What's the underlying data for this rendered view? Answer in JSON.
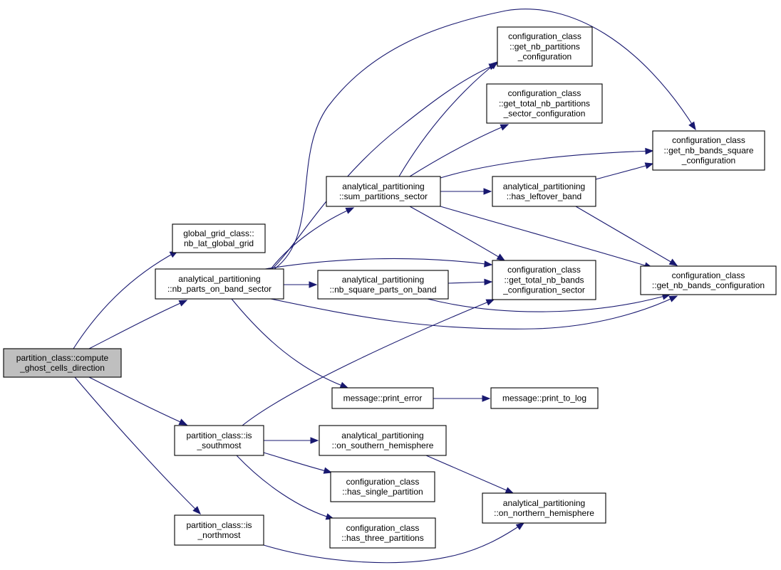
{
  "nodes": [
    {
      "id": "root",
      "lines": [
        "partition_class::compute",
        "_ghost_cells_direction"
      ],
      "root": true
    },
    {
      "id": "ggc_nb_lat",
      "lines": [
        "global_grid_class::",
        "nb_lat_global_grid"
      ]
    },
    {
      "id": "ap_nb_parts",
      "lines": [
        "analytical_partitioning",
        "::nb_parts_on_band_sector"
      ]
    },
    {
      "id": "ap_sum",
      "lines": [
        "analytical_partitioning",
        "::sum_partitions_sector"
      ]
    },
    {
      "id": "cc_get_nb_partitions",
      "lines": [
        "configuration_class",
        "::get_nb_partitions",
        "_configuration"
      ]
    },
    {
      "id": "cc_get_total_nb_partitions",
      "lines": [
        "configuration_class",
        "::get_total_nb_partitions",
        "_sector_configuration"
      ]
    },
    {
      "id": "cc_get_nb_bands_square",
      "lines": [
        "configuration_class",
        "::get_nb_bands_square",
        "_configuration"
      ]
    },
    {
      "id": "ap_has_leftover",
      "lines": [
        "analytical_partitioning",
        "::has_leftover_band"
      ]
    },
    {
      "id": "ap_nb_square",
      "lines": [
        "analytical_partitioning",
        "::nb_square_parts_on_band"
      ]
    },
    {
      "id": "cc_get_total_nb_bands",
      "lines": [
        "configuration_class",
        "::get_total_nb_bands",
        "_configuration_sector"
      ]
    },
    {
      "id": "cc_get_nb_bands",
      "lines": [
        "configuration_class",
        "::get_nb_bands_configuration"
      ]
    },
    {
      "id": "msg_print_error",
      "lines": [
        "message::print_error"
      ]
    },
    {
      "id": "msg_print_to_log",
      "lines": [
        "message::print_to_log"
      ]
    },
    {
      "id": "pc_is_southmost",
      "lines": [
        "partition_class::is",
        "_southmost"
      ]
    },
    {
      "id": "pc_is_northmost",
      "lines": [
        "partition_class::is",
        "_northmost"
      ]
    },
    {
      "id": "ap_on_southern",
      "lines": [
        "analytical_partitioning",
        "::on_southern_hemisphere"
      ]
    },
    {
      "id": "cc_has_single",
      "lines": [
        "configuration_class",
        "::has_single_partition"
      ]
    },
    {
      "id": "cc_has_three",
      "lines": [
        "configuration_class",
        "::has_three_partitions"
      ]
    },
    {
      "id": "ap_on_northern",
      "lines": [
        "analytical_partitioning",
        "::on_northern_hemisphere"
      ]
    }
  ],
  "edges": [
    {
      "from": "root",
      "to": "ggc_nb_lat"
    },
    {
      "from": "root",
      "to": "ap_nb_parts"
    },
    {
      "from": "root",
      "to": "pc_is_southmost"
    },
    {
      "from": "root",
      "to": "pc_is_northmost"
    },
    {
      "from": "ap_nb_parts",
      "to": "ap_sum"
    },
    {
      "from": "ap_nb_parts",
      "to": "cc_get_nb_partitions"
    },
    {
      "from": "ap_nb_parts",
      "to": "cc_get_nb_bands_square"
    },
    {
      "from": "ap_nb_parts",
      "to": "ap_nb_square"
    },
    {
      "from": "ap_nb_parts",
      "to": "cc_get_total_nb_bands"
    },
    {
      "from": "ap_nb_parts",
      "to": "cc_get_nb_bands"
    },
    {
      "from": "ap_nb_parts",
      "to": "msg_print_error"
    },
    {
      "from": "ap_sum",
      "to": "cc_get_nb_partitions"
    },
    {
      "from": "ap_sum",
      "to": "cc_get_total_nb_partitions"
    },
    {
      "from": "ap_sum",
      "to": "cc_get_nb_bands_square"
    },
    {
      "from": "ap_sum",
      "to": "ap_has_leftover"
    },
    {
      "from": "ap_sum",
      "to": "cc_get_total_nb_bands"
    },
    {
      "from": "ap_sum",
      "to": "cc_get_nb_bands"
    },
    {
      "from": "ap_has_leftover",
      "to": "cc_get_nb_bands_square"
    },
    {
      "from": "ap_has_leftover",
      "to": "cc_get_nb_bands"
    },
    {
      "from": "ap_nb_square",
      "to": "cc_get_total_nb_bands"
    },
    {
      "from": "ap_nb_square",
      "to": "cc_get_nb_bands"
    },
    {
      "from": "msg_print_error",
      "to": "msg_print_to_log"
    },
    {
      "from": "pc_is_southmost",
      "to": "cc_get_total_nb_bands"
    },
    {
      "from": "pc_is_southmost",
      "to": "ap_on_southern"
    },
    {
      "from": "pc_is_southmost",
      "to": "cc_has_single"
    },
    {
      "from": "pc_is_southmost",
      "to": "cc_has_three"
    },
    {
      "from": "pc_is_northmost",
      "to": "ap_on_northern"
    },
    {
      "from": "ap_on_southern",
      "to": "ap_on_northern"
    }
  ]
}
